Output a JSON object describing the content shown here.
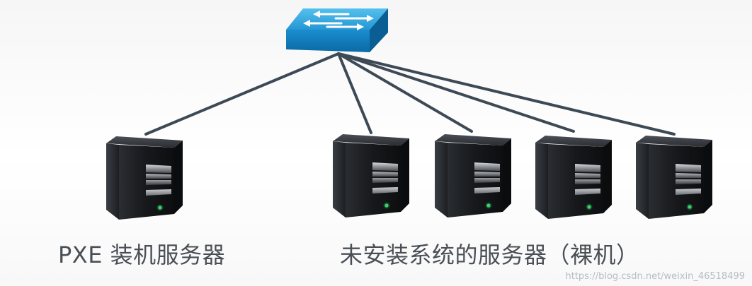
{
  "diagram": {
    "switch_icon": "network-switch-icon",
    "server_icon": "tower-server-icon",
    "pxe_label": "PXE 装机服务器",
    "bare_label": "未安装系统的服务器（裸机）",
    "watermark": "https://blog.csdn.net/weixin_46518499",
    "colors": {
      "switch_top": "#2fa6df",
      "switch_side": "#0d77b5",
      "cable": "#3d4a56",
      "server_body": "#1d1f22",
      "label_text": "#4a4f55"
    }
  }
}
